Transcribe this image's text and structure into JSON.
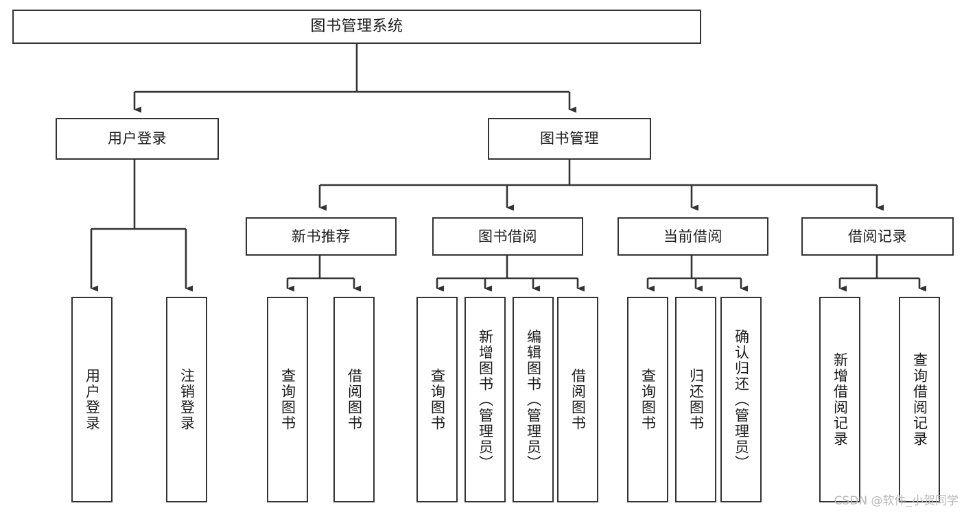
{
  "diagram": {
    "title": "图书管理系统",
    "type": "hierarchy-tree",
    "orientation": "top-down",
    "colors": {
      "box_border": "#333333",
      "box_fill": "#ffffff",
      "connector": "#333333",
      "text": "#1a1a1a",
      "watermark": "#b8b8b8",
      "background": "#ffffff"
    },
    "watermark": "CSDN @软件_小贺同学",
    "nodes": {
      "root": {
        "label": "图书管理系统"
      },
      "level2": [
        {
          "label": "用户登录"
        },
        {
          "label": "图书管理"
        }
      ],
      "level3": [
        {
          "label": "新书推荐"
        },
        {
          "label": "图书借阅"
        },
        {
          "label": "当前借阅"
        },
        {
          "label": "借阅记录"
        }
      ],
      "leaves_user_login": [
        {
          "label": "用户登录"
        },
        {
          "label": "注销登录"
        }
      ],
      "leaves_new_book": [
        {
          "label": "查询图书"
        },
        {
          "label": "借阅图书"
        }
      ],
      "leaves_borrow": [
        {
          "label": "查询图书"
        },
        {
          "label": "新增图书（管理员）"
        },
        {
          "label": "编辑图书（管理员）"
        },
        {
          "label": "借阅图书"
        }
      ],
      "leaves_current": [
        {
          "label": "查询图书"
        },
        {
          "label": "归还图书"
        },
        {
          "label": "确认归还（管理员）"
        }
      ],
      "leaves_records": [
        {
          "label": "新增借阅记录"
        },
        {
          "label": "查询借阅记录"
        }
      ]
    }
  }
}
